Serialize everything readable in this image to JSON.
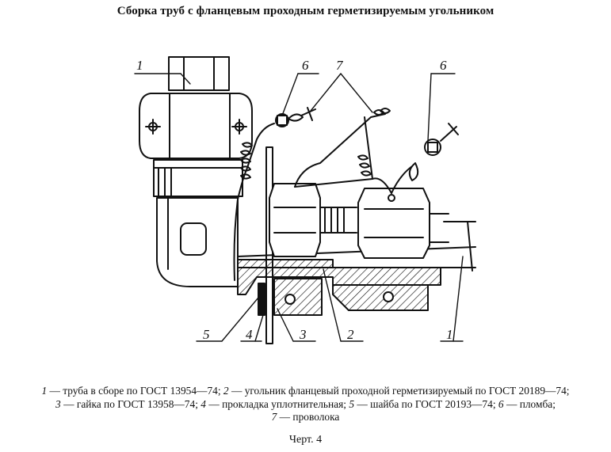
{
  "title": "Сборка труб с фланцевым проходным герметизируемым угольником",
  "callouts": {
    "c1_top": "1",
    "c6_left": "6",
    "c7": "7",
    "c6_right": "6",
    "c5": "5",
    "c4": "4",
    "c3": "3",
    "c2": "2",
    "c1_bottom": "1"
  },
  "legend": [
    {
      "num": "1",
      "text": " — труба в сборе по ГОСТ 13954—74; "
    },
    {
      "num": "2",
      "text": " — угольник фланцевый проходной герметизируемый по ГОСТ 20189—74;"
    },
    {
      "num": "3",
      "text": " — гайка по ГОСТ 13958—74; "
    },
    {
      "num": "4",
      "text": " — прокладка уплотнительная; "
    },
    {
      "num": "5",
      "text": " — шайба по ГОСТ 20193—74; "
    },
    {
      "num": "6",
      "text": " — пломба;"
    },
    {
      "num": "7",
      "text": " — проволока"
    }
  ],
  "figure_caption": "Черт. 4"
}
